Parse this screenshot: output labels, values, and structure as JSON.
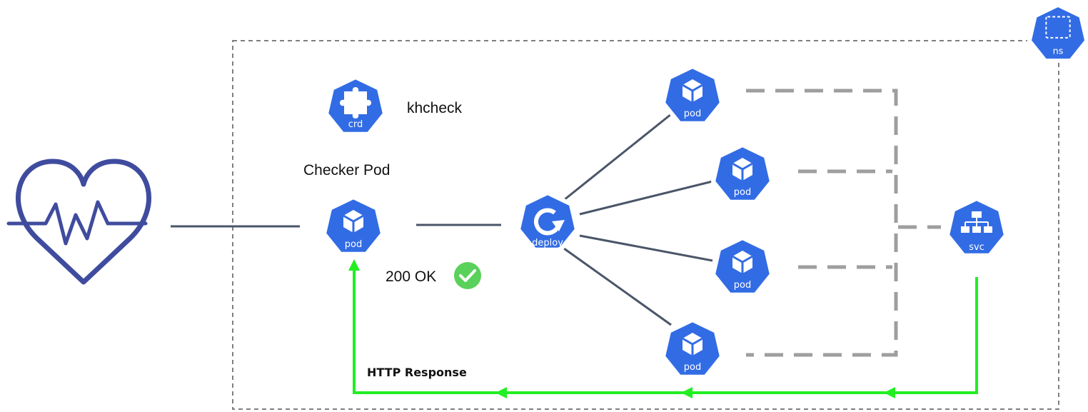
{
  "diagram": {
    "crd_node": {
      "icon": "crd-icon",
      "badge": "crd",
      "label": "khcheck"
    },
    "checker_node": {
      "icon": "pod-icon",
      "badge": "pod",
      "label": "Checker Pod"
    },
    "deploy_node": {
      "icon": "deploy-icon",
      "badge": "deploy"
    },
    "pods": [
      {
        "icon": "pod-icon",
        "badge": "pod"
      },
      {
        "icon": "pod-icon",
        "badge": "pod"
      },
      {
        "icon": "pod-icon",
        "badge": "pod"
      },
      {
        "icon": "pod-icon",
        "badge": "pod"
      }
    ],
    "svc_node": {
      "icon": "svc-icon",
      "badge": "svc"
    },
    "ns_node": {
      "icon": "ns-icon",
      "badge": "ns"
    },
    "status": {
      "text": "200 OK",
      "icon": "check-circle-icon"
    },
    "response_label": "HTTP Response",
    "health_icon": "heartbeat-icon",
    "colors": {
      "k8s_blue": "#326ce5",
      "connector": "#4a5568",
      "dashed_link": "#9e9e9e",
      "response_flow": "#22ee22",
      "ok_green": "#5ad15a",
      "heart": "#3f4c9e",
      "namespace_border": "#555555"
    }
  }
}
